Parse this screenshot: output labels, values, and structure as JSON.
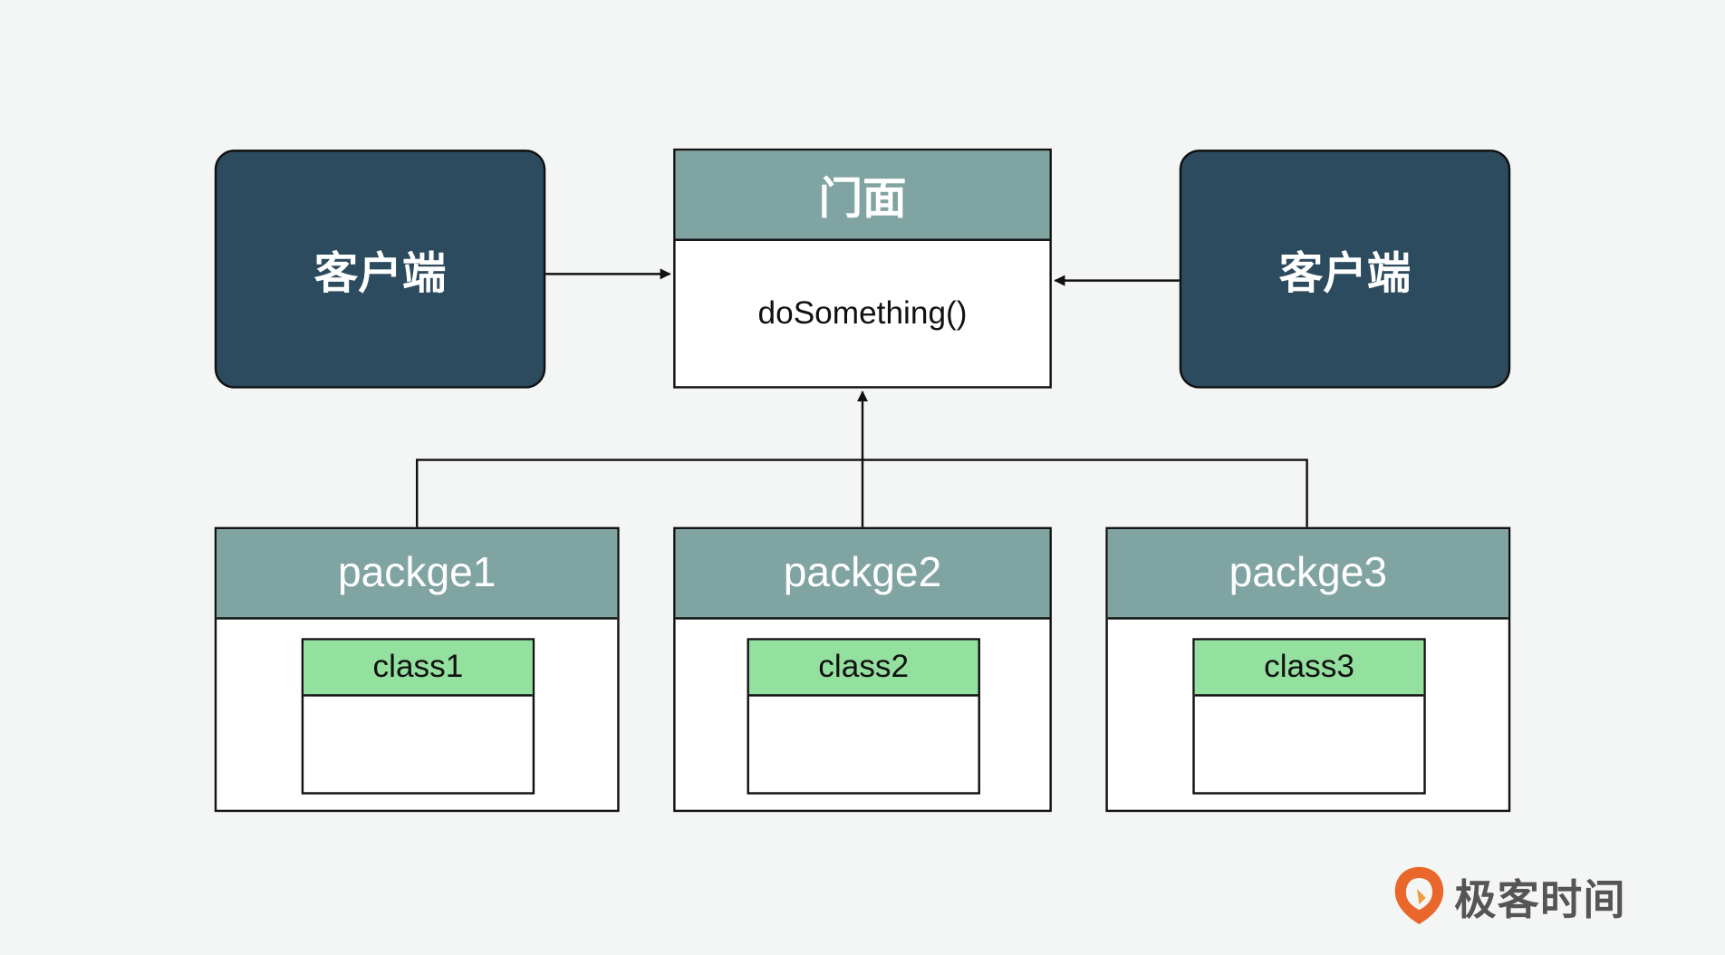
{
  "colors": {
    "background": "#f4f6f5",
    "client_fill": "#2d4b5e",
    "header_fill": "#80a4a2",
    "class_header_fill": "#94e09f",
    "logo_accent": "#e9672a",
    "logo_text": "#555555"
  },
  "clients": [
    {
      "label": "客户端"
    },
    {
      "label": "客户端"
    }
  ],
  "facade": {
    "title": "门面",
    "method": "doSomething()"
  },
  "packages": [
    {
      "title": "packge1",
      "class_name": "class1"
    },
    {
      "title": "packge2",
      "class_name": "class2"
    },
    {
      "title": "packge3",
      "class_name": "class3"
    }
  ],
  "logo": {
    "text": "极客时间",
    "icon": "geektime-logo-icon"
  }
}
